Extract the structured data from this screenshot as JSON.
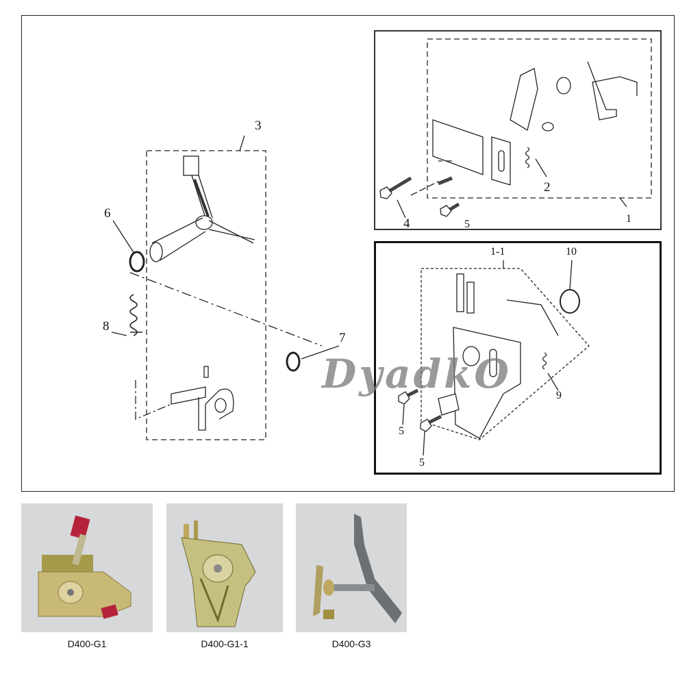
{
  "diagram": {
    "left_assembly": {
      "labels": {
        "p3": "3",
        "p6": "6",
        "p8": "8",
        "p7": "7"
      }
    },
    "top_right_assembly": {
      "labels": {
        "p4": "4",
        "p5": "5",
        "p2": "2",
        "p1": "1"
      }
    },
    "bottom_right_assembly": {
      "labels": {
        "p1_1": "1-1",
        "p10": "10",
        "p9": "9",
        "p5a": "5",
        "p5b": "5"
      }
    },
    "watermark": "DyadkO"
  },
  "photos": [
    {
      "caption": "D400-G1"
    },
    {
      "caption": "D400-G1-1"
    },
    {
      "caption": "D400-G3"
    }
  ]
}
